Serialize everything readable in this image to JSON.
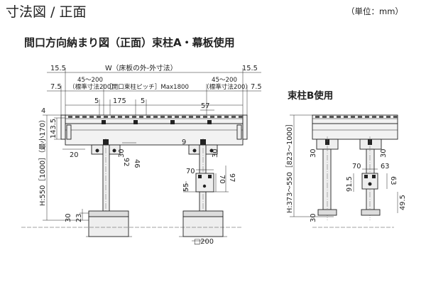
{
  "title": "寸法図 / 正面",
  "unit_label": "（単位：mm）",
  "front": {
    "heading": "間口方向納まり図（正面）束柱A・幕板使用",
    "top": {
      "left_edge": "15.5",
      "right_edge": "15.5",
      "width_label": "W（床板の外-外寸法）",
      "left_range": "45～200",
      "left_std": "（標準寸法200）",
      "right_range": "45～200",
      "right_std": "（標準寸法200）",
      "left_margin": "7.5",
      "right_margin": "7.5",
      "pitch_label": "［開口束柱ピッチ］Max1800",
      "d5a": "5",
      "d175": "175",
      "d5b": "5",
      "d57": "57"
    },
    "left": {
      "d4": "4",
      "d143": "143.5",
      "height_label": "H:550［1000］（最小170）",
      "d20": "20",
      "d30": "30",
      "d23": "23"
    },
    "middle": {
      "d30a": "30",
      "d92": "92",
      "d46": "46",
      "d9": "9",
      "d30b": "30"
    },
    "detail": {
      "d70a": "70",
      "d55": "55",
      "d70b": "70",
      "d97": "97",
      "base_label": "□200"
    }
  },
  "postB": {
    "heading": "束柱B使用",
    "height_label": "H:373～550［823～1000］",
    "d30a": "30",
    "d30b": "30",
    "d70": "70",
    "d63a": "63",
    "d915": "91.5",
    "d63b": "63",
    "d30c": "30",
    "d495": "49.5"
  }
}
